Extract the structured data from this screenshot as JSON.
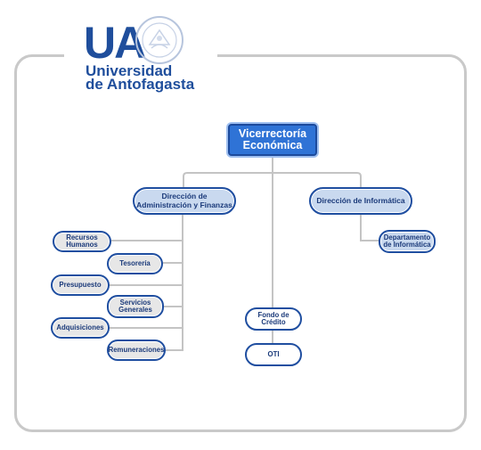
{
  "logo": {
    "initials": "UA",
    "line1": "Universidad",
    "line2": "de Antofagasta"
  },
  "chart": {
    "top": "Vicerrectoría Económica",
    "dir_admin": "Dirección de Administración y Finanzas",
    "dir_info": "Dirección de Informática",
    "recursos": "Recursos Humanos",
    "tesoreria": "Tesorería",
    "presupuesto": "Presupuesto",
    "servicios": "Servicios Generales",
    "adquisiciones": "Adquisiciones",
    "remuneraciones": "Remuneraciones",
    "fondo": "Fondo de Crédito",
    "oti": "OTI",
    "depto": "Departamento de Informática"
  },
  "colors": {
    "brand": "#1f4e9c",
    "top_box": "#2f73d6",
    "light_box": "#c9d9ef",
    "grey_box": "#e7e7e7",
    "connector": "#c4c4c4"
  }
}
